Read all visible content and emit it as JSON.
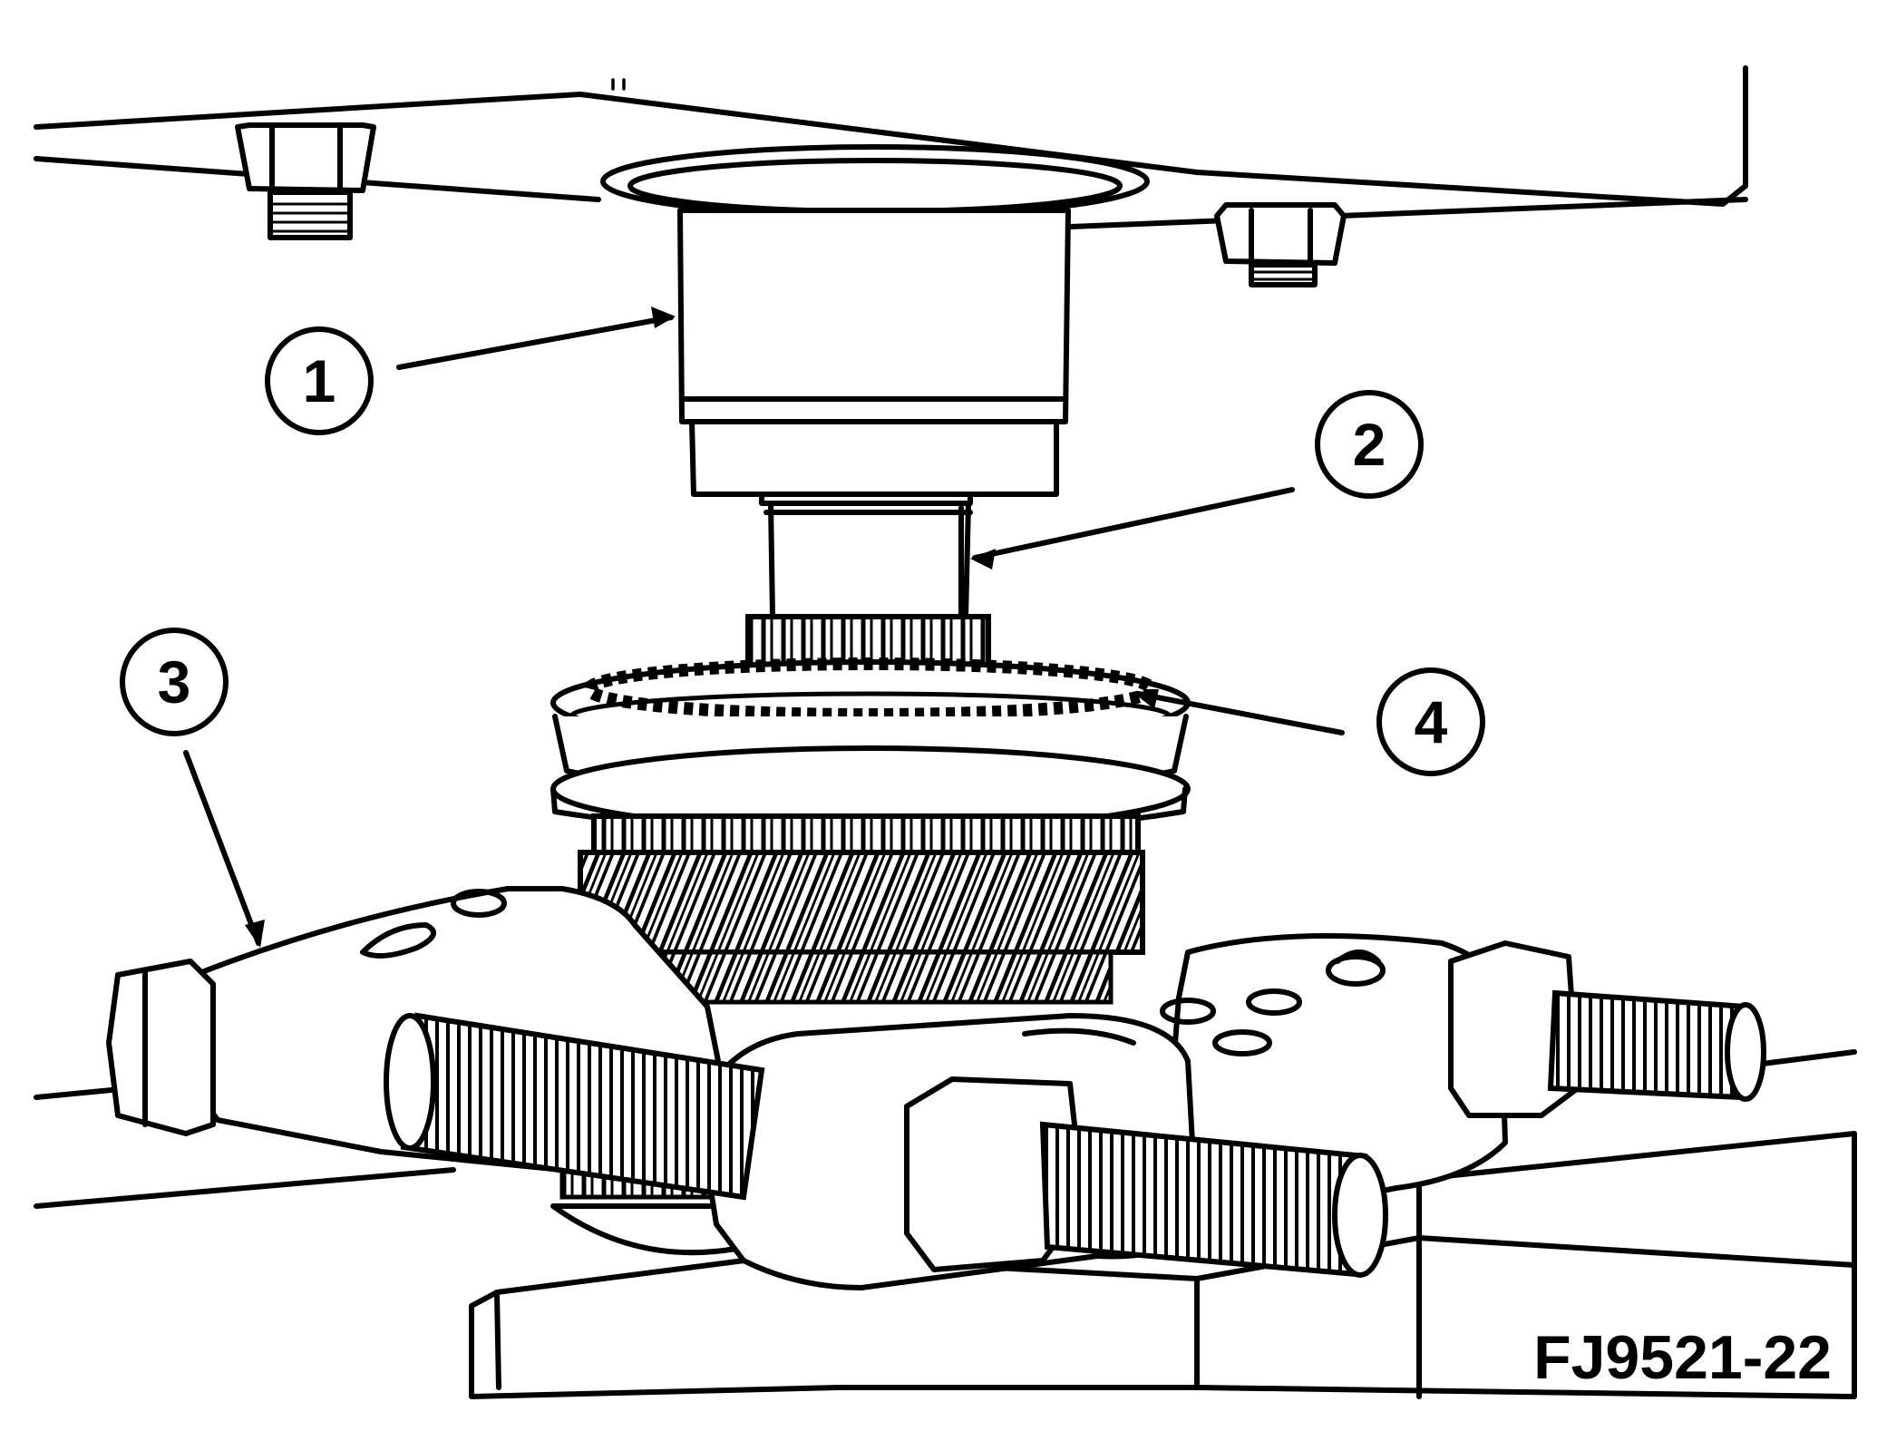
{
  "figure": {
    "id_label": "FJ9521-22",
    "callouts": [
      {
        "number": "1"
      },
      {
        "number": "2"
      },
      {
        "number": "3"
      },
      {
        "number": "4"
      }
    ]
  },
  "colors": {
    "ink": "#000000",
    "paper": "#ffffff"
  }
}
